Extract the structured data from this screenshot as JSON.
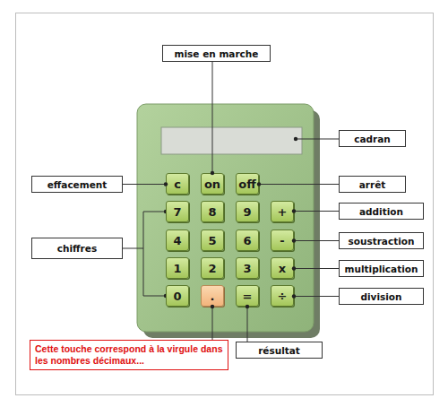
{
  "diagram": {
    "nodes": [
      {
        "text": [
          "mise en marche"
        ]
      },
      {
        "text": [
          "cadran"
        ]
      },
      {
        "text": [
          "effacement"
        ]
      },
      {
        "text": [
          "c"
        ]
      },
      {
        "text": [
          "on"
        ]
      },
      {
        "text": [
          "off"
        ]
      },
      {
        "text": [
          "arrêt"
        ]
      },
      {
        "text": [
          "chiffres"
        ]
      },
      {
        "text": [
          "7"
        ]
      },
      {
        "text": [
          "8"
        ]
      },
      {
        "text": [
          "9"
        ]
      },
      {
        "text": [
          "+"
        ]
      },
      {
        "text": [
          "addition"
        ]
      },
      {
        "text": [
          "4"
        ]
      },
      {
        "text": [
          "5"
        ]
      },
      {
        "text": [
          "6"
        ]
      },
      {
        "text": [
          "-"
        ]
      },
      {
        "text": [
          "soustraction"
        ]
      },
      {
        "text": [
          "1"
        ]
      },
      {
        "text": [
          "2"
        ]
      },
      {
        "text": [
          "3"
        ]
      },
      {
        "text": [
          "x"
        ]
      },
      {
        "text": [
          "multiplication"
        ]
      },
      {
        "text": [
          "0"
        ]
      },
      {
        "text": [
          "."
        ]
      },
      {
        "text": [
          "="
        ]
      },
      {
        "text": [
          "÷"
        ]
      },
      {
        "text": [
          "division"
        ]
      },
      {
        "text": [
          "Cette touche correspond à la virgule dans les nombres décimaux..."
        ]
      },
      {
        "text": [
          "résultat"
        ]
      }
    ],
    "edges": [
      {
        "from": 4,
        "to": 0,
        "arrow": "none"
      },
      {
        "from": 3,
        "to": 2,
        "arrow": "none"
      },
      {
        "from": 5,
        "to": 6,
        "arrow": "none"
      },
      {
        "from": 11,
        "to": 12,
        "arrow": "none"
      },
      {
        "from": 16,
        "to": 17,
        "arrow": "none"
      },
      {
        "from": 21,
        "to": 22,
        "arrow": "none"
      },
      {
        "from": 26,
        "to": 27,
        "arrow": "none"
      },
      {
        "from": 24,
        "to": 28,
        "arrow": "none"
      },
      {
        "from": 25,
        "to": 29,
        "arrow": "none"
      }
    ]
  }
}
